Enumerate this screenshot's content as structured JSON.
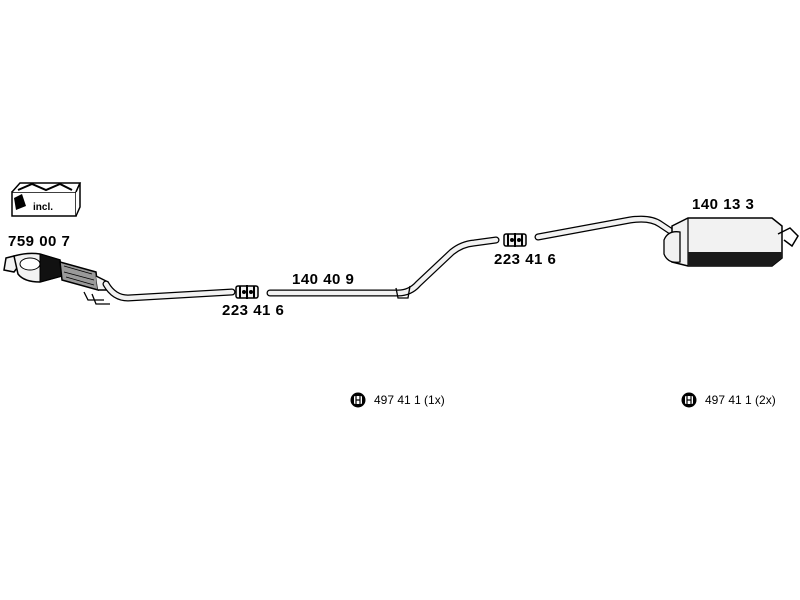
{
  "diagram": {
    "kit_badge": "incl.",
    "parts": {
      "catalytic_converter": "759 00 7",
      "front_clamp": "223 41 6",
      "middle_pipe": "140 40 9",
      "rear_clamp": "223 41 6",
      "rear_silencer": "140 13 3"
    },
    "mount_notes": {
      "middle": "497 41 1 (1x)",
      "rear": "497 41 1 (2x)"
    },
    "colors": {
      "line": "#000000",
      "fill_light": "#f2f2f2",
      "fill_dark": "#1a1a1a",
      "fill_mid": "#9a9a9a"
    }
  }
}
